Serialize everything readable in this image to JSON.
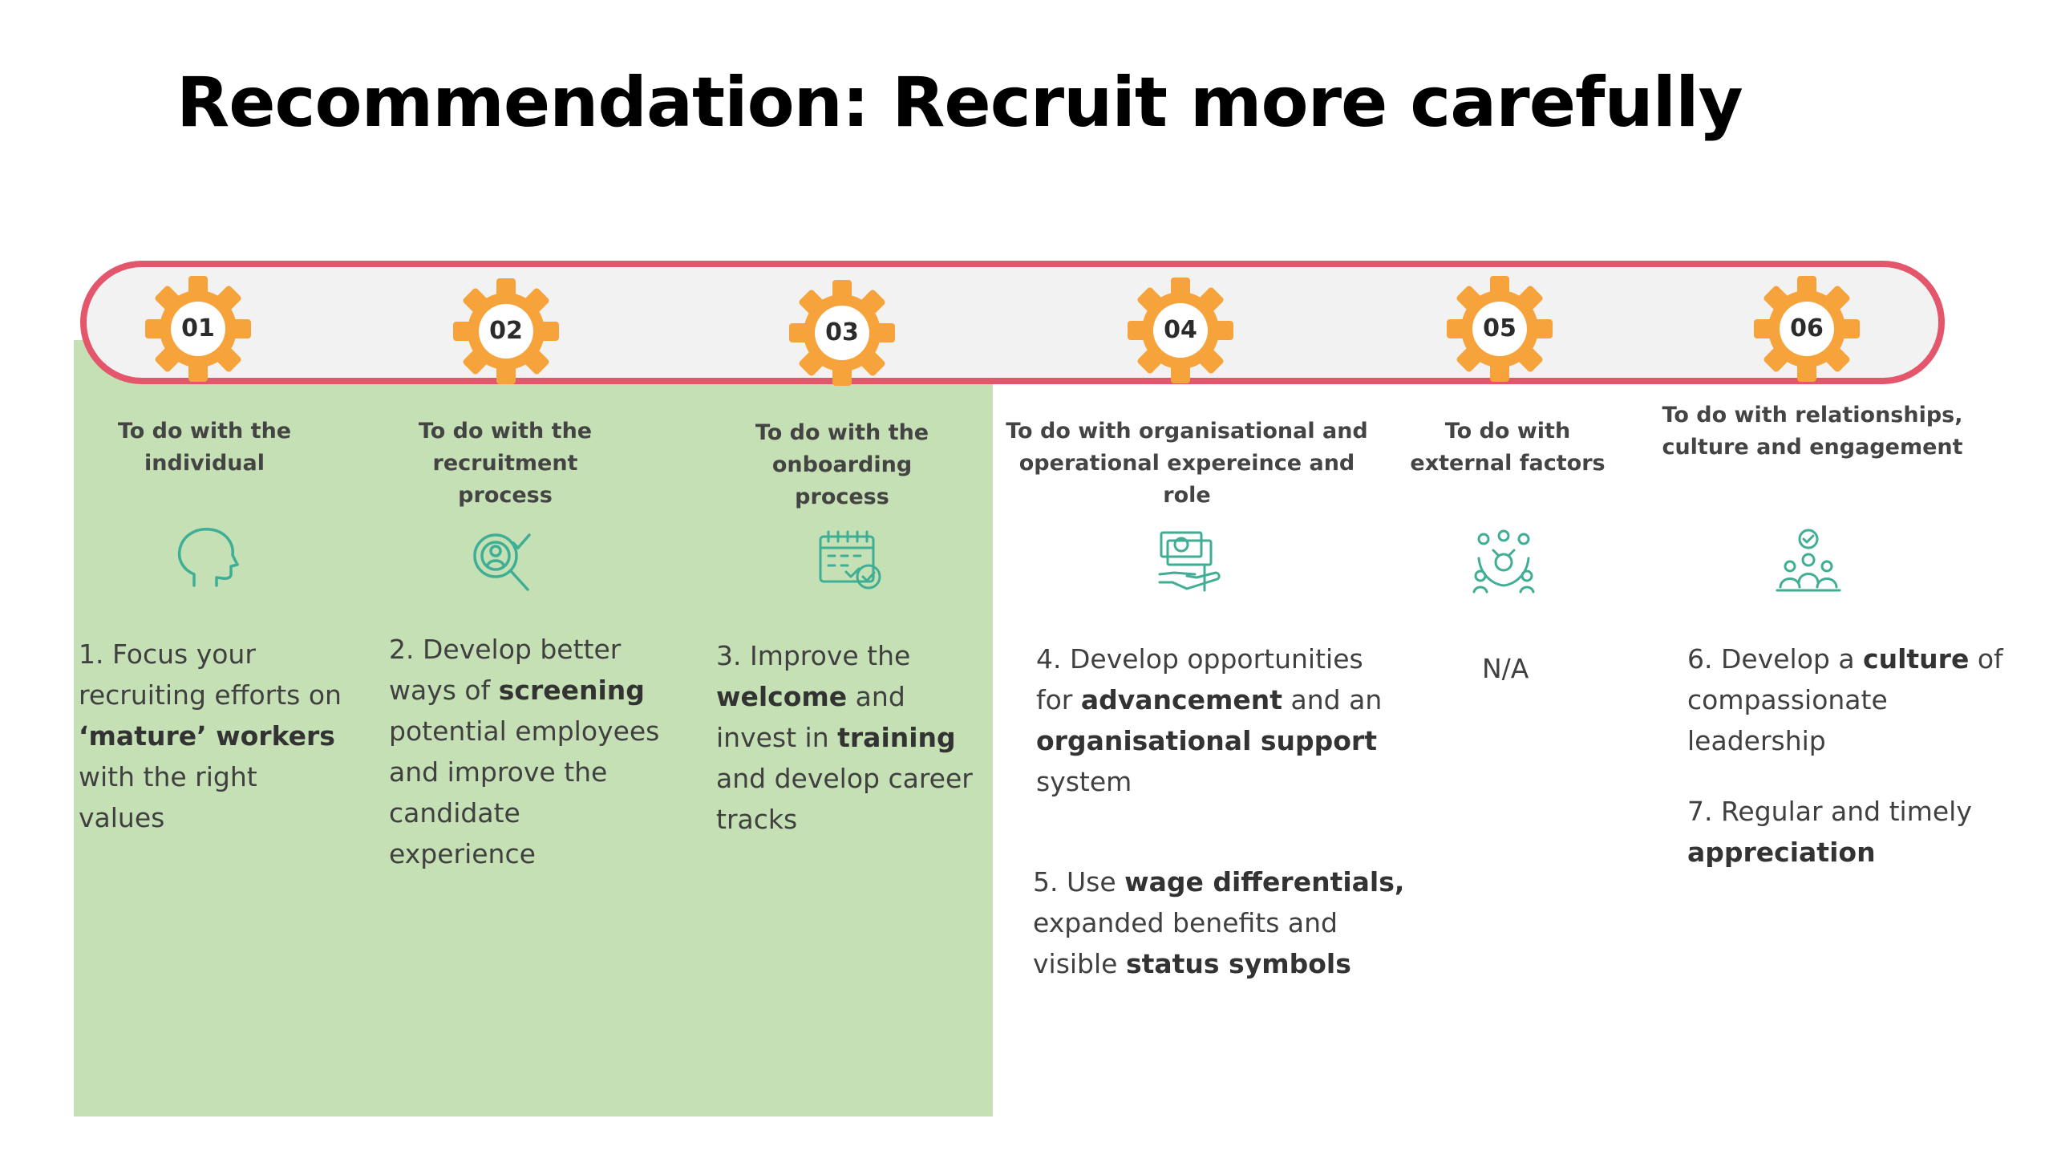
{
  "title": "Recommendation: Recruit more carefully",
  "colors": {
    "track_border": "#e3566b",
    "track_fill": "#f2f2f2",
    "gear": "#f5a33a",
    "panel": "#c5e0b4",
    "icon": "#3fae94"
  },
  "steps": [
    {
      "num": "01",
      "heading": [
        "To do with the",
        "individual"
      ],
      "icon": "head-icon"
    },
    {
      "num": "02",
      "heading": [
        "To do with the",
        "recruitment",
        "process"
      ],
      "icon": "search-candidate-icon"
    },
    {
      "num": "03",
      "heading": [
        "To do with the",
        "onboarding",
        "process"
      ],
      "icon": "calendar-check-icon"
    },
    {
      "num": "04",
      "heading": [
        "To do with organisational and",
        "operational  expereince and role"
      ],
      "icon": "money-hand-icon"
    },
    {
      "num": "05",
      "heading": [
        "To do with",
        "external factors"
      ],
      "icon": "people-exchange-icon"
    },
    {
      "num": "06",
      "heading": [
        "To do with relationships,",
        "culture and engagement"
      ],
      "icon": "team-approval-icon"
    }
  ],
  "recs": {
    "r1": {
      "a": "1. Focus your recruiting efforts on ",
      "b": "‘mature’ workers",
      "c": " with the right values"
    },
    "r2": {
      "a": "2. Develop better ways of ",
      "b": "screening",
      "c": " potential employees and improve the candidate experience"
    },
    "r3": {
      "a": "3. Improve the ",
      "b": "welcome",
      "c": " and invest in ",
      "d": "training",
      "e": " and develop career tracks"
    },
    "r4": {
      "a": "4. Develop opportunities for ",
      "b": "advancement",
      "c": " and an ",
      "d": "organisational support",
      "e": " system"
    },
    "r5": {
      "a": "5. Use ",
      "b": "wage differentials,",
      "c": " expanded benefits and visible ",
      "d": "status symbols"
    },
    "na": "N/A",
    "r6": {
      "a": "6. Develop a ",
      "b": "culture",
      "c": " of compassionate leadership"
    },
    "r7": {
      "a": "7. Regular and timely ",
      "b": "appreciation"
    }
  }
}
